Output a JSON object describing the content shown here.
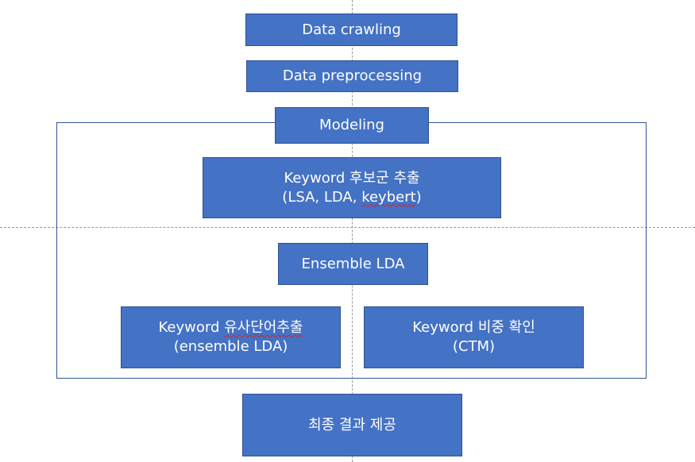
{
  "steps": {
    "crawling": "Data crawling",
    "preprocessing": "Data preprocessing",
    "modeling": "Modeling",
    "candidate": {
      "line1": "Keyword 후보군 추출",
      "line2_prefix": "(LSA, LDA, ",
      "line2_marked": "keybert",
      "line2_suffix": ")"
    },
    "ensemble": "Ensemble LDA",
    "similar": {
      "line1_prefix": "Keyword ",
      "line1_marked": "유사단어추출",
      "line2": "(ensemble LDA)"
    },
    "weight": {
      "line1": "Keyword 비중 확인",
      "line2": "(CTM)"
    },
    "final": "최종 결과 제공"
  },
  "colors": {
    "box_fill": "#4472c4",
    "box_border": "#2f528f",
    "frame_border": "#2f5597",
    "text": "#ffffff",
    "spellcheck_underline": "#e02020"
  }
}
